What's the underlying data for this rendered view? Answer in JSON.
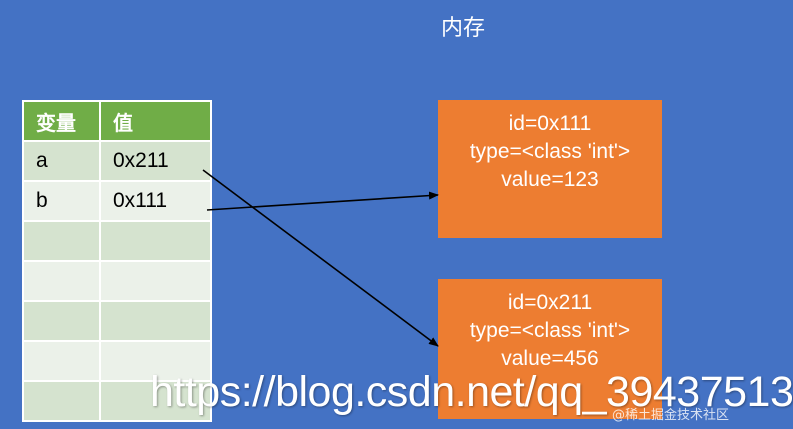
{
  "memory_title": "内存",
  "table": {
    "headers": [
      "变量",
      "值"
    ],
    "rows": [
      [
        "a",
        "0x211"
      ],
      [
        "b",
        "0x111"
      ],
      [
        "",
        ""
      ],
      [
        "",
        ""
      ],
      [
        "",
        ""
      ],
      [
        "",
        ""
      ],
      [
        "",
        ""
      ]
    ]
  },
  "objects": [
    {
      "id": "id=0x111",
      "type": "type=<class 'int'>",
      "value": "value=123"
    },
    {
      "id": "id=0x211",
      "type": "type=<class 'int'>",
      "value": "value=456"
    }
  ],
  "watermark": {
    "url": "https://blog.csdn.net/qq_39437513",
    "tag": "@稀土掘金技术社区"
  },
  "colors": {
    "background": "#4472c4",
    "table_header": "#70ad47",
    "object_box": "#ed7d31"
  }
}
